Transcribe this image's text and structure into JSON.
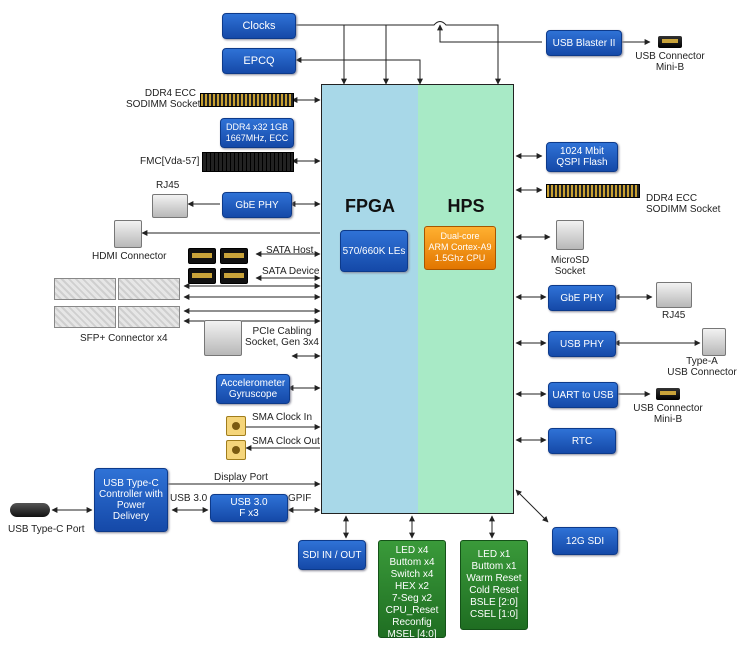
{
  "fpga": {
    "title": "FPGA",
    "les": "570/660K LEs"
  },
  "hps": {
    "title": "HPS",
    "cpu": [
      "Dual-core",
      "ARM Cortex-A9",
      "1.5Ghz CPU"
    ]
  },
  "left": {
    "clocks": "Clocks",
    "epcq": "EPCQ",
    "ddr4_socket": [
      "DDR4 ECC",
      "SODIMM Socket"
    ],
    "ddr4_chip": [
      "DDR4 x32 1GB",
      "1667MHz, ECC"
    ],
    "fmc": "FMC[Vda-57]",
    "rj45": "RJ45",
    "gbe_phy": "GbE PHY",
    "hdmi": "HDMI Connector",
    "sata_host": "SATA Host",
    "sata_device": "SATA Device",
    "sfp": "SFP+ Connector x4",
    "pcie": [
      "PCIe Cabling",
      "Socket, Gen 3x4"
    ],
    "accel": [
      "Accelerometer",
      "Gyruscope"
    ],
    "sma_in": "SMA Clock In",
    "sma_out": "SMA Clock Out",
    "usbc_port": "USB Type-C Port",
    "usbc_ctrl": [
      "USB Type-C",
      "Controller with",
      "Power",
      "Delivery"
    ],
    "display_port": "Display Port",
    "usb30_label": "USB 3.0",
    "gpif": "GPIF",
    "usb30_box": [
      "USB 3.0",
      "F x3"
    ]
  },
  "right": {
    "usb_blaster": "USB Blaster II",
    "usb_mini_b_1": [
      "USB Connector",
      "Mini-B"
    ],
    "qspi": [
      "1024 Mbit",
      "QSPI Flash"
    ],
    "ddr4_socket": [
      "DDR4 ECC",
      "SODIMM Socket"
    ],
    "microsd": [
      "MicroSD",
      "Socket"
    ],
    "gbe_phy": "GbE PHY",
    "rj45": "RJ45",
    "usb_phy": "USB PHY",
    "type_a": [
      "Type-A",
      "USB Connector"
    ],
    "uart": "UART to USB",
    "usb_mini_b_2": [
      "USB Connector",
      "Mini-B"
    ],
    "rtc": "RTC",
    "sdi12g": "12G SDI"
  },
  "bottom": {
    "sdi_inout": "SDI IN / OUT",
    "fpga_io": [
      "LED x4",
      "Buttom x4",
      "Switch x4",
      "HEX x2",
      "7-Seg x2",
      "CPU_Reset",
      "Reconfig",
      "MSEL [4:0]"
    ],
    "hps_io": [
      "LED x1",
      "Buttom x1",
      "Warm Reset",
      "Cold Reset",
      "BSLE [2:0]",
      "CSEL [1:0]"
    ]
  }
}
